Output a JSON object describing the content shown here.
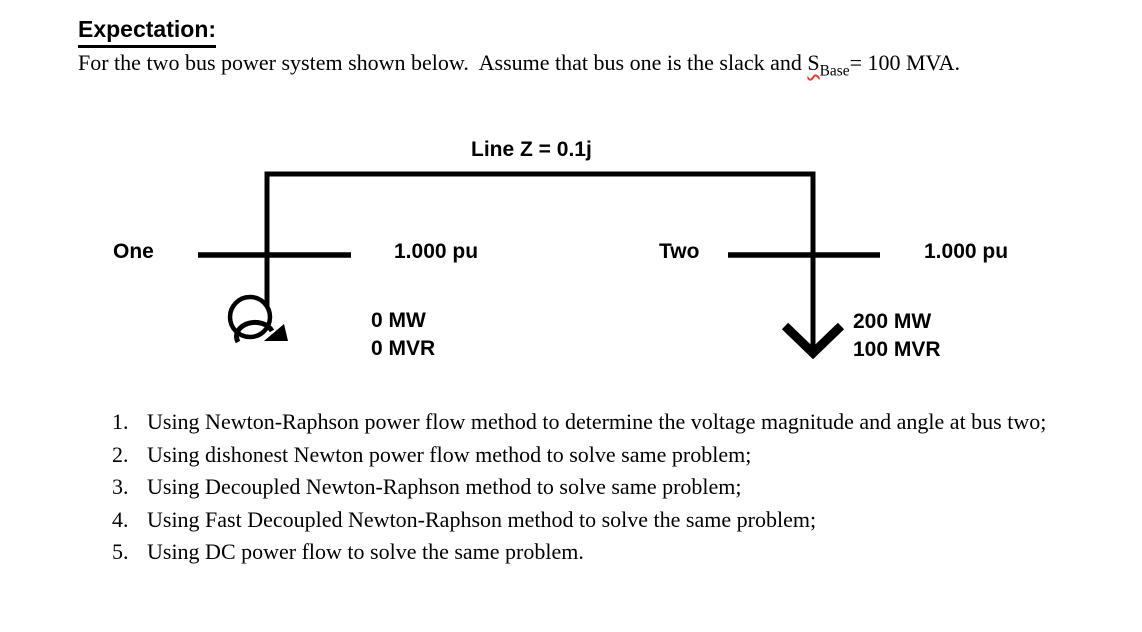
{
  "document": {
    "heading": "Expectation:",
    "intro_before": "For the two bus power system shown below.  Assume that bus one is the slack and ",
    "intro_symbol": "S",
    "intro_symbol_sub": "Base",
    "intro_after": "= 100 MVA."
  },
  "diagram": {
    "line_label": "Line Z = 0.1j",
    "bus_one": {
      "name": "One",
      "voltage": "1.000 pu",
      "gen_mw": "0 MW",
      "gen_mvr": "0 MVR"
    },
    "bus_two": {
      "name": "Two",
      "voltage": "1.000 pu",
      "load_mw": "200 MW",
      "load_mvr": "100 MVR"
    }
  },
  "tasks": [
    {
      "num": "1.",
      "text": "Using Newton-Raphson power flow method to determine the voltage magnitude and angle at bus two;"
    },
    {
      "num": "2.",
      "text": "Using dishonest Newton power flow method to solve same problem;"
    },
    {
      "num": "3.",
      "text": "Using Decoupled Newton-Raphson method to solve same problem;"
    },
    {
      "num": "4.",
      "text": "Using Fast Decoupled Newton-Raphson method to solve the same problem;"
    },
    {
      "num": "5.",
      "text": "Using DC power flow to solve the same problem."
    }
  ],
  "colors": {
    "ink": "#000000",
    "spellcheck_red": "#ef3b2d",
    "background": "#ffffff"
  }
}
